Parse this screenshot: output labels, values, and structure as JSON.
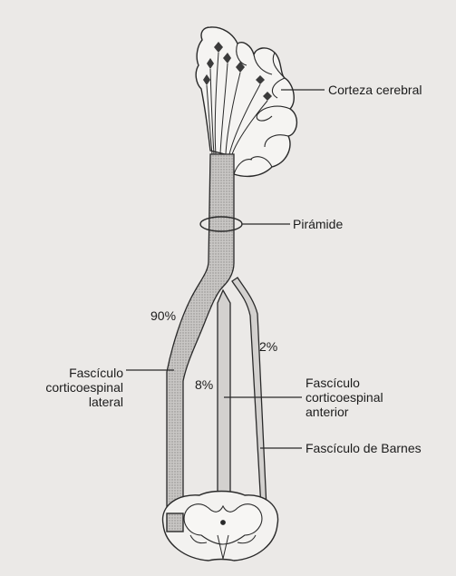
{
  "labels": {
    "corteza": "Corteza cerebral",
    "piramide": "Pirámide",
    "pct_90": "90%",
    "pct_2": "2%",
    "pct_8": "8%",
    "lateral": [
      "Fascículo",
      "corticoespinal",
      "lateral"
    ],
    "anterior": [
      "Fascículo",
      "corticoespinal",
      "anterior"
    ],
    "barnes": "Fascículo de Barnes"
  },
  "colors": {
    "background": "#ebe9e7",
    "outline": "#2a2a2a",
    "tract_fill": "#b5b3b1"
  }
}
